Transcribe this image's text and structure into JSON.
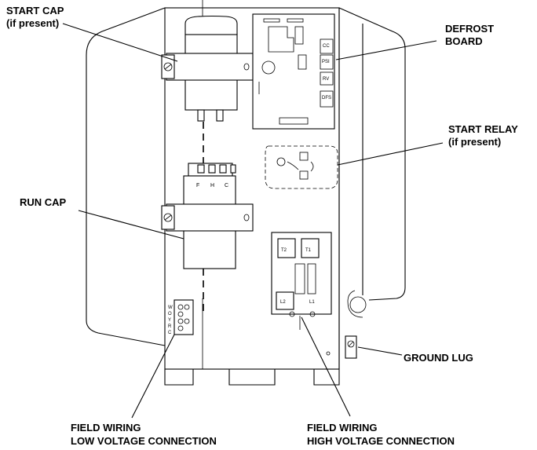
{
  "callouts": {
    "start_cap": "START CAP",
    "start_cap_note": "(if present)",
    "defrost_board_1": "DEFROST",
    "defrost_board_2": "BOARD",
    "start_relay": "START RELAY",
    "start_relay_note": "(if present)",
    "run_cap": "RUN CAP",
    "ground_lug": "GROUND LUG",
    "field_wiring_low_1": "FIELD WIRING",
    "field_wiring_low_2": "LOW VOLTAGE CONNECTION",
    "field_wiring_high_1": "FIELD WIRING",
    "field_wiring_high_2": "HIGH VOLTAGE CONNECTION"
  },
  "run_cap_terminals": {
    "f": "F",
    "h": "H",
    "c": "C"
  },
  "defrost_board_terminals": {
    "cc": "CC",
    "psi": "PSI",
    "rv": "RV",
    "dfs": "DFS"
  },
  "contactor_terminals": {
    "t2": "T2",
    "t1": "T1",
    "l2": "L2",
    "l1": "L1"
  },
  "low_voltage_terminals": {
    "w": "W",
    "o": "O",
    "y": "Y",
    "r": "R",
    "c": "C"
  }
}
